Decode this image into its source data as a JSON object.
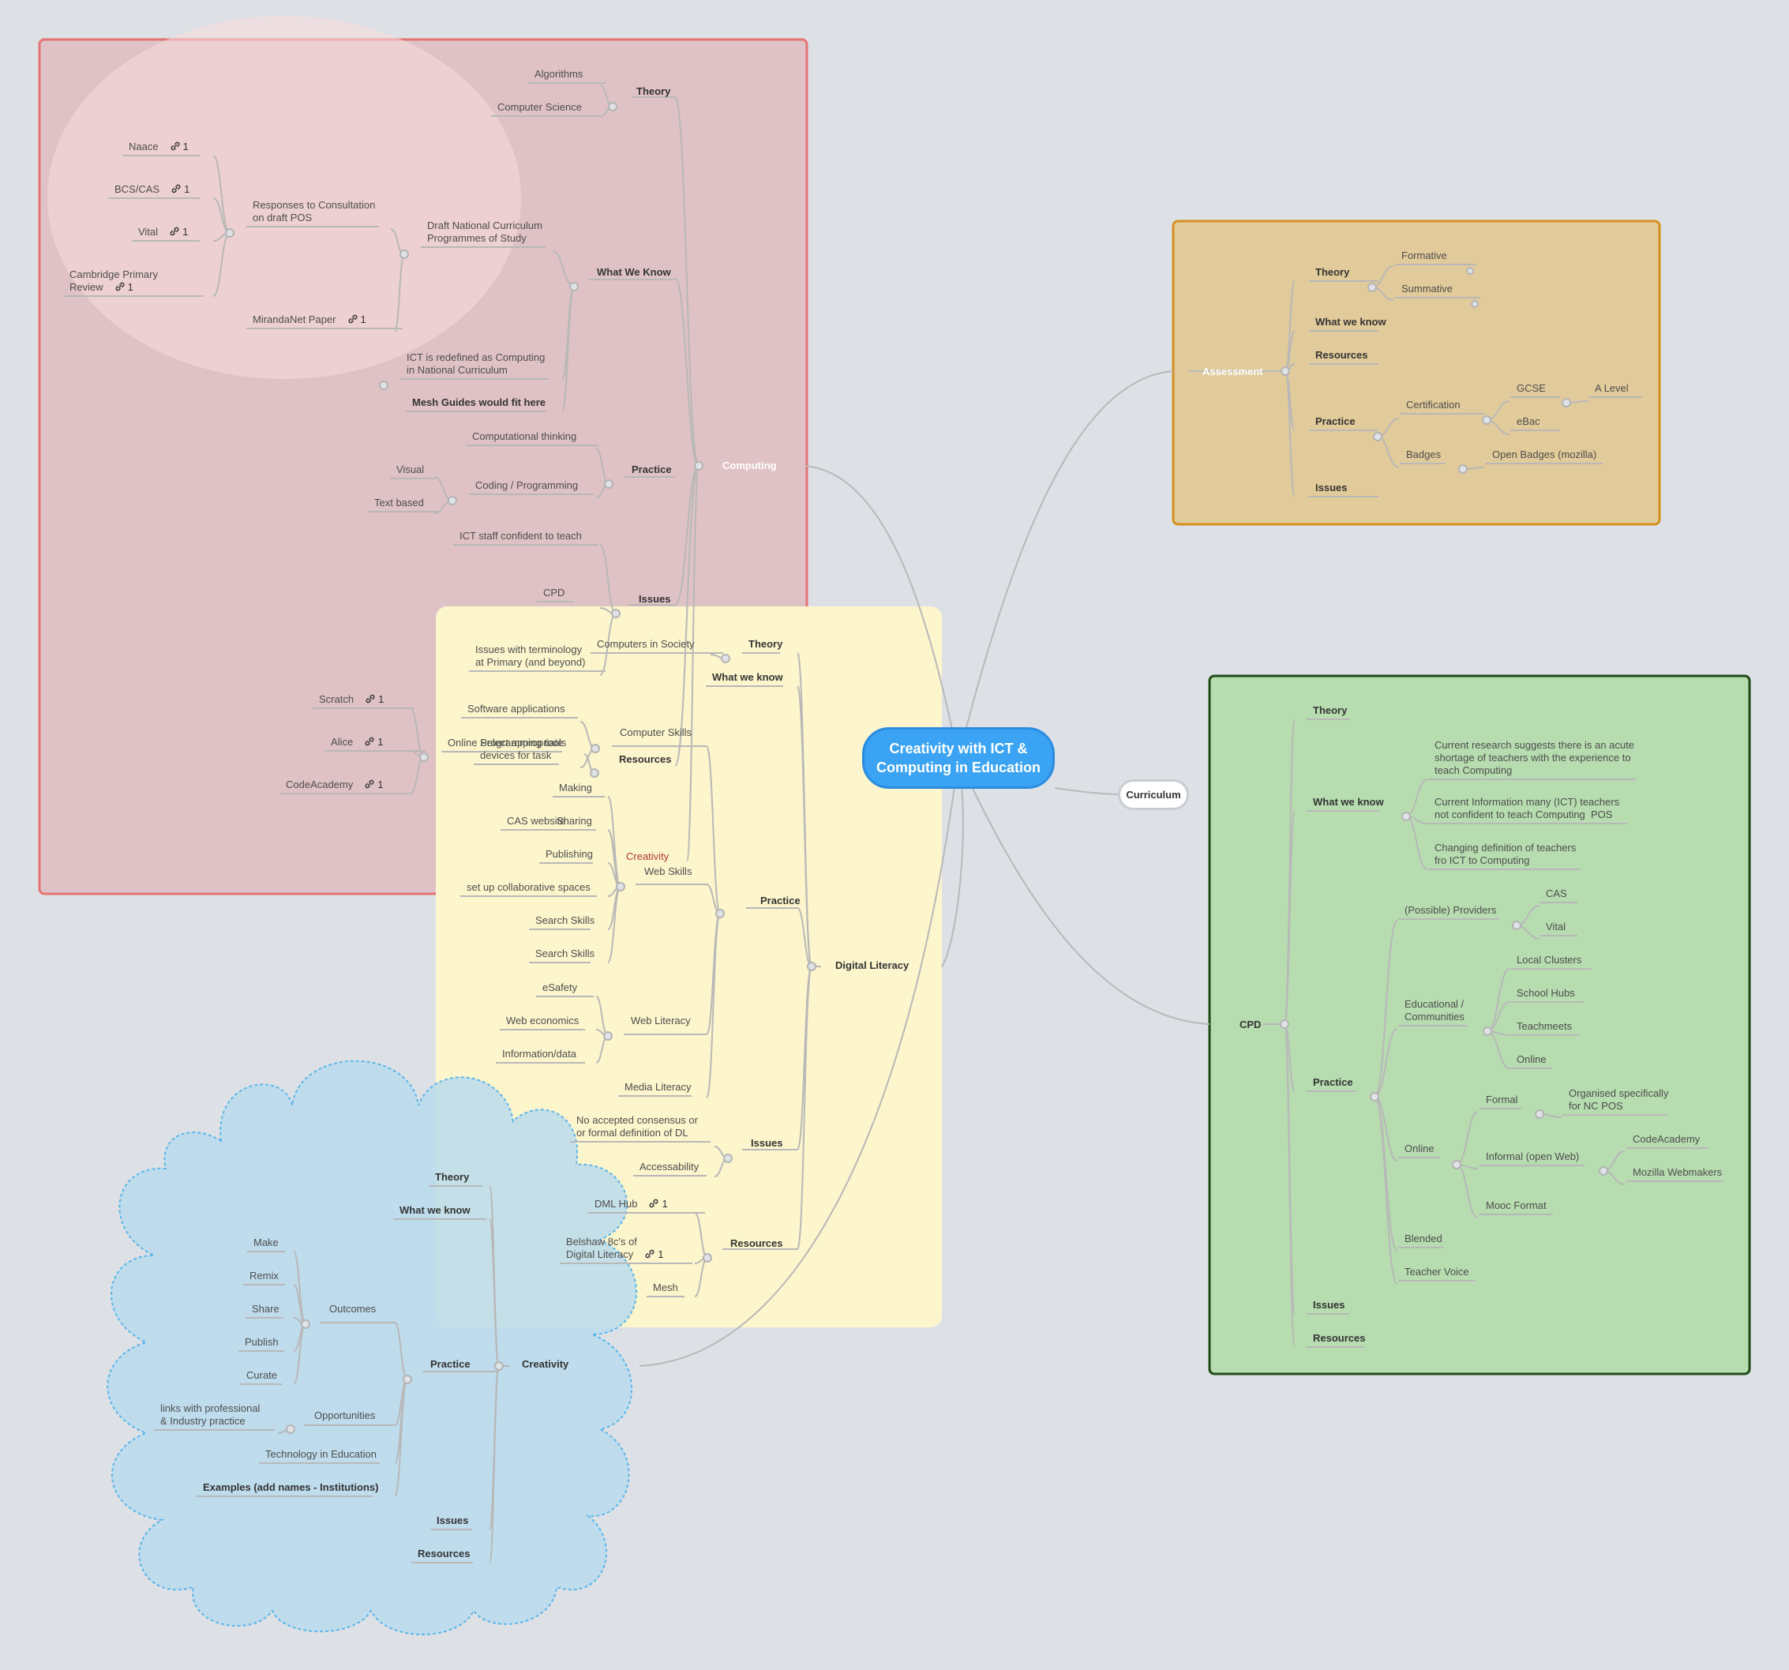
{
  "central_topic": "Creativity with ICT &\nComputing in Education",
  "curriculum_label": "Curriculum",
  "colors": {
    "background": "#dde1e6",
    "central": "#3ba3f3",
    "computing_fill": "#dfc2c5",
    "computing_border": "#e57373",
    "assessment_fill": "#e2cb9a",
    "assessment_border": "#d4901f",
    "cpd_fill": "#b7dcb0",
    "cpd_border": "#1f4a17",
    "digital_fill": "#fdf5cc",
    "creativity_fill": "#b8dbee",
    "creativity_border": "#5bb6ea",
    "connector": "#b8b8b8"
  },
  "computing": {
    "title": "Computing",
    "theory": {
      "label": "Theory",
      "items": [
        "Algorithms",
        "Computer Science"
      ]
    },
    "what_we_know": {
      "label": "What We Know",
      "draft": "Draft National Curriculum\nProgrammes of Study",
      "responses": "Responses to Consultation\non draft POS",
      "orgs": [
        {
          "name": "Naace",
          "links": "1"
        },
        {
          "name": "BCS/CAS",
          "links": "1"
        },
        {
          "name": "Vital",
          "links": "1"
        },
        {
          "name": "Cambridge Primary\nReview",
          "links": "1"
        }
      ],
      "mirandanet": {
        "name": "MirandaNet Paper",
        "links": "1"
      },
      "ict_redefined": "ICT is redefined as Computing\nin National Curriculum",
      "mesh": "Mesh Guides would fit here"
    },
    "practice": {
      "label": "Practice",
      "computational": "Computational thinking",
      "coding": "Coding / Programming",
      "coding_items": [
        "Visual",
        "Text based"
      ]
    },
    "issues": {
      "label": "Issues",
      "items": [
        "ICT staff confident to teach",
        "CPD",
        "Issues with terminology\nat Primary (and beyond)"
      ]
    },
    "resources": {
      "label": "Resources",
      "online": "Online Programming tools",
      "tools": [
        {
          "name": "Scratch",
          "links": "1"
        },
        {
          "name": "Alice",
          "links": "1"
        },
        {
          "name": "CodeAcademy",
          "links": "1"
        }
      ]
    },
    "creativity": "Creativity"
  },
  "assessment": {
    "title": "Assessment",
    "theory": {
      "label": "Theory",
      "items": [
        "Formative",
        "Summative"
      ]
    },
    "what_we_know": "What we know",
    "resources": "Resources",
    "practice": {
      "label": "Practice",
      "certification": "Certification",
      "gcse": "GCSE",
      "a_level": "A Level",
      "ebac": "eBac",
      "badges": "Badges",
      "open_badges": "Open Badges (mozilla)"
    },
    "issues": "Issues"
  },
  "cpd": {
    "title": "CPD",
    "theory": "Theory",
    "what_we_know": {
      "label": "What we know",
      "items": [
        "Current research suggests there is an acute\nshortage of teachers with the experience to\nteach Computing",
        "Current Information many (ICT) teachers\nnot confident to teach Computing  POS",
        "Changing definition of teachers\nfro ICT to Computing"
      ]
    },
    "practice": {
      "label": "Practice",
      "providers": "(Possible) Providers",
      "provider_items": [
        "CAS",
        "Vital"
      ],
      "educational": "Educational /\nCommunities",
      "educational_items": [
        "Local Clusters",
        "School Hubs",
        "Teachmeets",
        "Online"
      ],
      "online": "Online",
      "formal": "Formal",
      "formal_item": "Organised specifically\nfor NC POS",
      "informal": "Informal (open Web)",
      "informal_items": [
        "CodeAcademy",
        "Mozilla Webmakers"
      ],
      "mooc": "Mooc Format",
      "blended": "Blended",
      "teacher_voice": "Teacher Voice"
    },
    "issues": "Issues",
    "resources": "Resources"
  },
  "digital_literacy": {
    "title": "Digital Literacy",
    "theory": {
      "label": "Theory",
      "item": "Computers in Society"
    },
    "what_we_know": "What we know",
    "practice": {
      "label": "Practice",
      "computer_skills": "Computer Skills",
      "computer_skills_items": [
        "Software applications",
        "Select appropriate\ndevices for task"
      ],
      "web_skills": "Web Skills",
      "web_skills_items": [
        "Making",
        "Sharing",
        "CAS website",
        "Publishing",
        "set up collaborative spaces",
        "Search Skills",
        "Search Skills"
      ],
      "web_literacy": "Web Literacy",
      "web_literacy_items": [
        "eSafety",
        "Web economics",
        "Information/data"
      ],
      "media_literacy": "Media Literacy"
    },
    "issues": {
      "label": "Issues",
      "items": [
        "No accepted consensus or\nor formal definition of DL",
        "Accessability"
      ]
    },
    "resources": {
      "label": "Resources",
      "items": [
        {
          "name": "DML Hub",
          "links": "1"
        },
        {
          "name": "Belshaw 8c's of\nDigital Literacy",
          "links": "1"
        },
        {
          "name": "Mesh",
          "links": ""
        }
      ]
    }
  },
  "creativity": {
    "title": "Creativity",
    "theory": "Theory",
    "what_we_know": "What we know",
    "practice": {
      "label": "Practice",
      "outcomes": "Outcomes",
      "outcome_items": [
        "Make",
        "Remix",
        "Share",
        "Publish",
        "Curate"
      ],
      "opportunities": "Opportunities",
      "opportunity_item": "links with professional\n& Industry practice",
      "technology": "Technology in Education",
      "examples": "Examples (add names - Institutions)"
    },
    "issues": "Issues",
    "resources": "Resources"
  }
}
